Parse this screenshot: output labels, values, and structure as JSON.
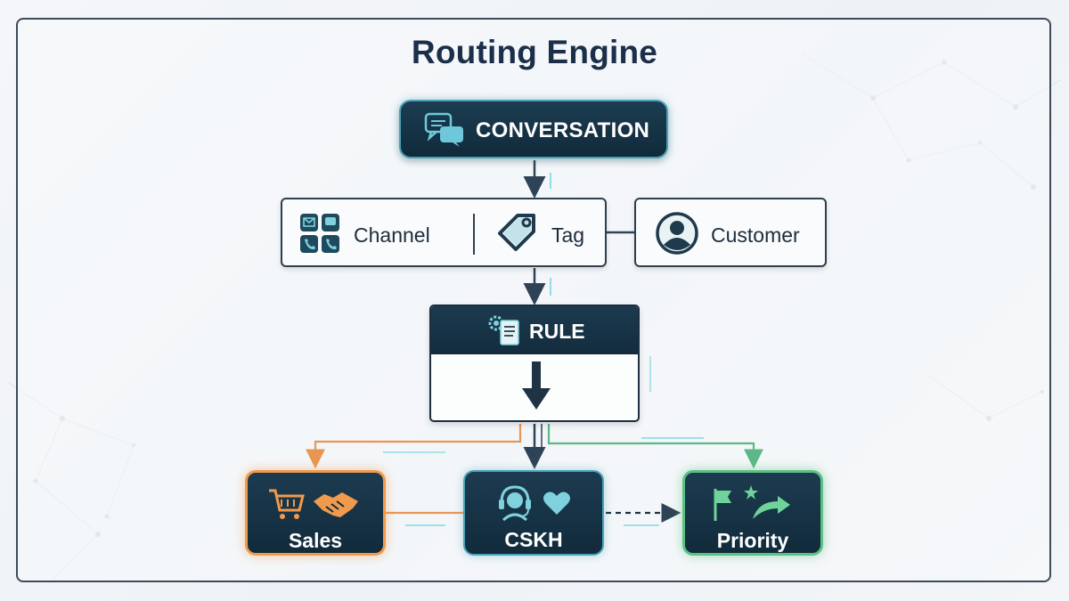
{
  "title": "Routing Engine",
  "nodes": {
    "conversation": {
      "label": "CONVERSATION",
      "icon": "chat-bubbles-icon"
    },
    "channel": {
      "label": "Channel",
      "icon": "channels-grid-icon"
    },
    "tag": {
      "label": "Tag",
      "icon": "tag-icon"
    },
    "customer": {
      "label": "Customer",
      "icon": "user-circle-icon"
    },
    "rule": {
      "label": "RULE",
      "icon": "gear-document-icon"
    },
    "sales": {
      "label": "Sales",
      "icon": "cart-handshake-icon"
    },
    "cskh": {
      "label": "CSKH",
      "icon": "headset-heart-icon"
    },
    "priority": {
      "label": "Priority",
      "icon": "flag-star-arrow-icon"
    }
  },
  "colors": {
    "title": "#1b2f4a",
    "node_dark": "#112b3c",
    "sales_accent": "#f09a4e",
    "cskh_accent": "#4aa3b8",
    "priority_accent": "#5cc084",
    "connector": "#2e4456"
  }
}
